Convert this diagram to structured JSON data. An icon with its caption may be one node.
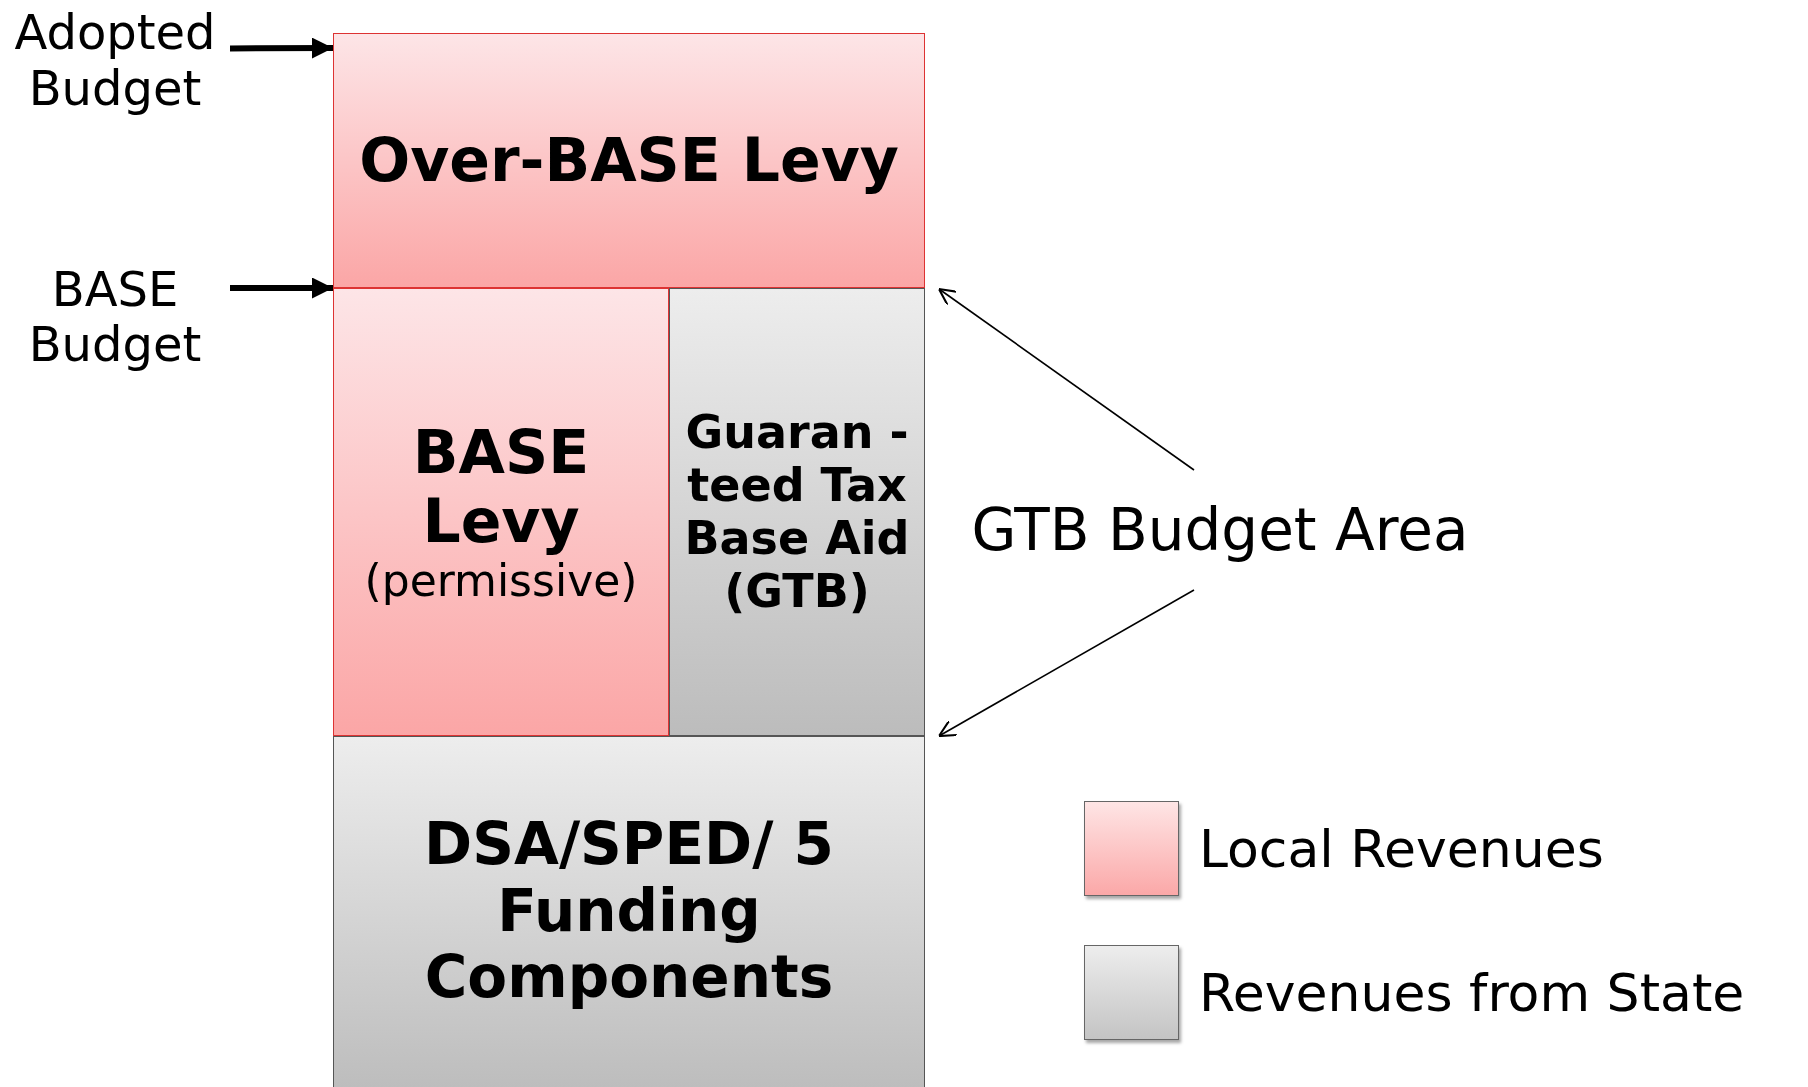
{
  "diagram": {
    "nodes": [
      {
        "text": [
          "Adopted Budget"
        ]
      },
      {
        "text": [
          "BASE Budget"
        ]
      },
      {
        "text": [
          "Over-BASE Levy"
        ]
      },
      {
        "text": [
          "BASE Levy",
          "(permissive)"
        ]
      },
      {
        "text": [
          "Guaran -teed Tax Base Aid (GTB)"
        ]
      },
      {
        "text": [
          "DSA/SPED/ 5 Funding Components"
        ]
      },
      {
        "text": [
          "GTB Budget Area"
        ]
      }
    ],
    "edges": [
      {
        "from": 0,
        "to": 2,
        "arrow": "to",
        "style": "thick"
      },
      {
        "from": 1,
        "to": 3,
        "arrow": "to",
        "style": "thick"
      },
      {
        "from": 6,
        "to": 4,
        "arrow": "to"
      },
      {
        "from": 6,
        "to": 4,
        "arrow": "to"
      }
    ],
    "legend": [
      {
        "text": "Local Revenues",
        "color": "#fba8a8"
      },
      {
        "text": "Revenues from State",
        "color": "#c4c4c4"
      }
    ]
  }
}
